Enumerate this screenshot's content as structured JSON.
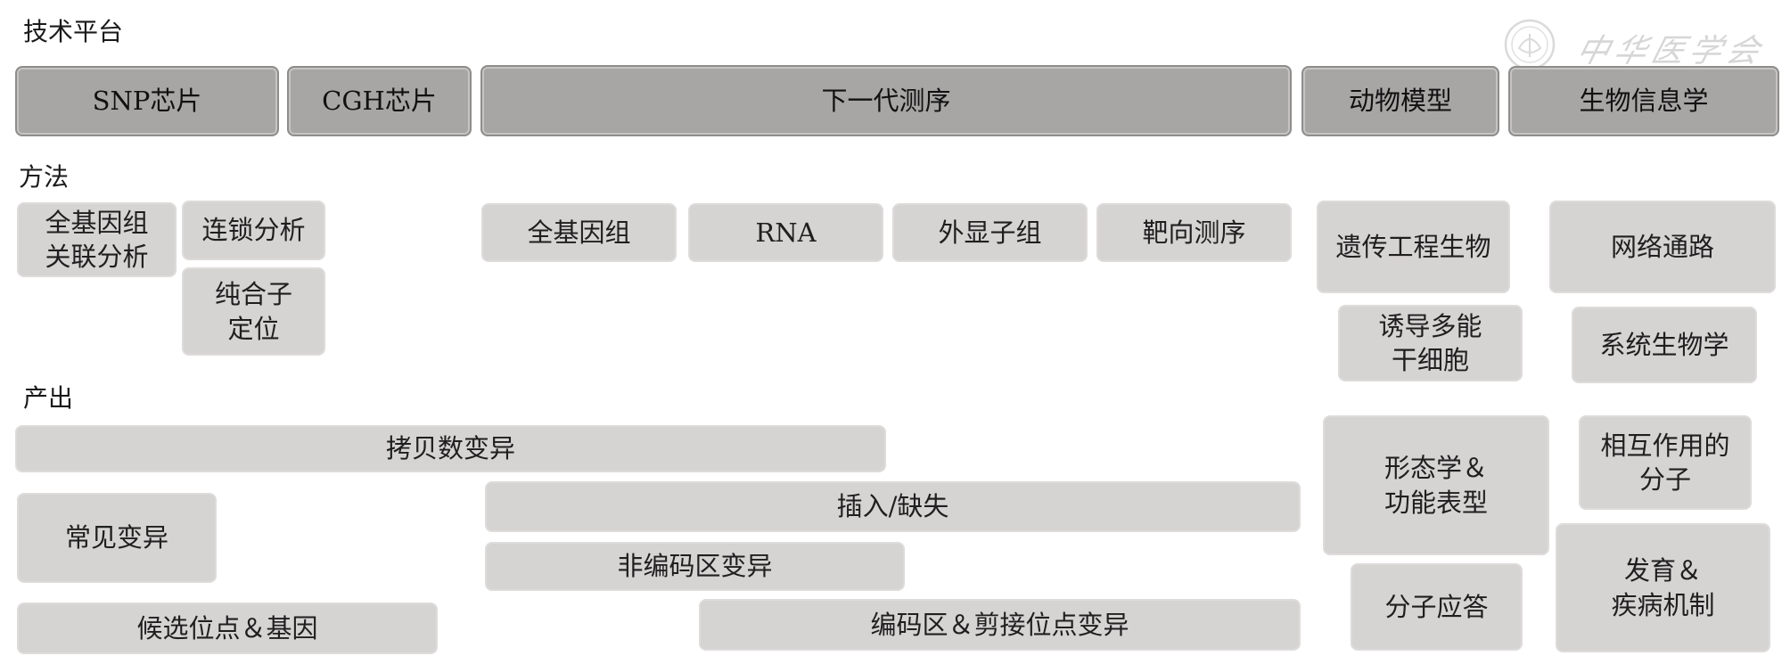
{
  "sections": {
    "platform": "技术平台",
    "methods": "方法",
    "outputs": "产出"
  },
  "platforms": {
    "snp_chip": "SNP芯片",
    "cgh_chip": "CGH芯片",
    "ngs": "下一代测序",
    "animal_model": "动物模型",
    "bioinformatics": "生物信息学"
  },
  "methods": {
    "gwas": "全基因组\n关联分析",
    "linkage": "连锁分析",
    "homozygosity_mapping": "纯合子\n定位",
    "whole_genome": "全基因组",
    "rna": "RNA",
    "exome": "外显子组",
    "targeted_seq": "靶向测序",
    "genetically_engineered": "遗传工程生物",
    "ipsc": "诱导多能\n干细胞",
    "network_pathway": "网络通路",
    "systems_biology": "系统生物学"
  },
  "outputs": {
    "cnv": "拷贝数变异",
    "common_variants": "常见变异",
    "candidate_loci": "候选位点＆基因",
    "indel": "插入/缺失",
    "noncoding_variants": "非编码区变异",
    "coding_splice_variants": "编码区＆剪接位点变异",
    "morphology_phenotype": "形态学＆\n功能表型",
    "molecular_response": "分子应答",
    "interacting_molecules": "相互作用的\n分子",
    "development_disease": "发育＆\n疾病机制"
  },
  "watermark": {
    "text": "中华医学会"
  },
  "colors": {
    "platform_fill": "#a8a5a5",
    "item_fill": "#d6d3d3",
    "text": "#1a1a1a"
  }
}
